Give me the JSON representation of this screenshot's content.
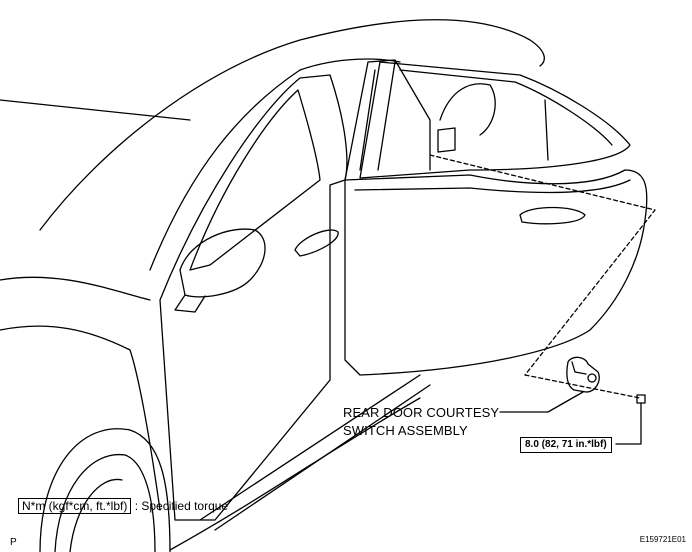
{
  "callout": {
    "line1": "REAR DOOR COURTESY",
    "line2": "SWITCH ASSEMBLY"
  },
  "torque": {
    "value": "8.0 (82, 71 in.*lbf)"
  },
  "legend": {
    "unit": "N*m (kgf*cm, ft.*lbf)",
    "desc": ": Specified torque"
  },
  "page_letter": "P",
  "figure_code": "E159721E01"
}
